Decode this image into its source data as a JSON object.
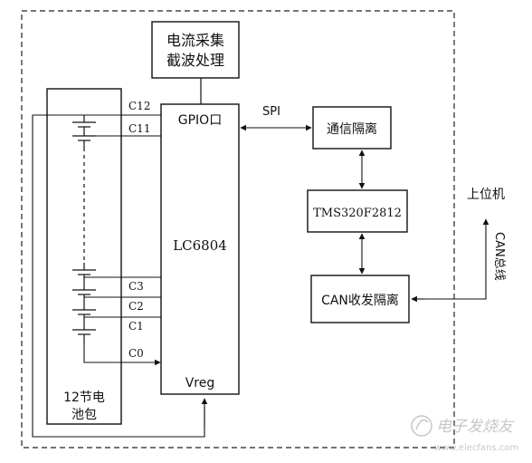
{
  "diagram": {
    "blocks": {
      "current_block": {
        "line1": "电流采集",
        "line2": "截波处理"
      },
      "chip": {
        "name": "LC6804",
        "gpio": "GPIO口",
        "vreg": "Vreg"
      },
      "comm_isolation": {
        "label": "通信隔离"
      },
      "dsp": {
        "label": "TMS320F2812"
      },
      "can_isolation": {
        "label": "CAN收发隔离"
      },
      "battery_pack": {
        "line1": "12节电",
        "line2": "池包"
      }
    },
    "labels": {
      "spi": "SPI",
      "host": "上位机",
      "can_bus": "CAN总线",
      "taps": [
        "C12",
        "C11",
        "C3",
        "C2",
        "C1",
        "C0"
      ]
    },
    "watermark": {
      "text": "电子发烧友",
      "url": "www.elecfans.com"
    }
  }
}
